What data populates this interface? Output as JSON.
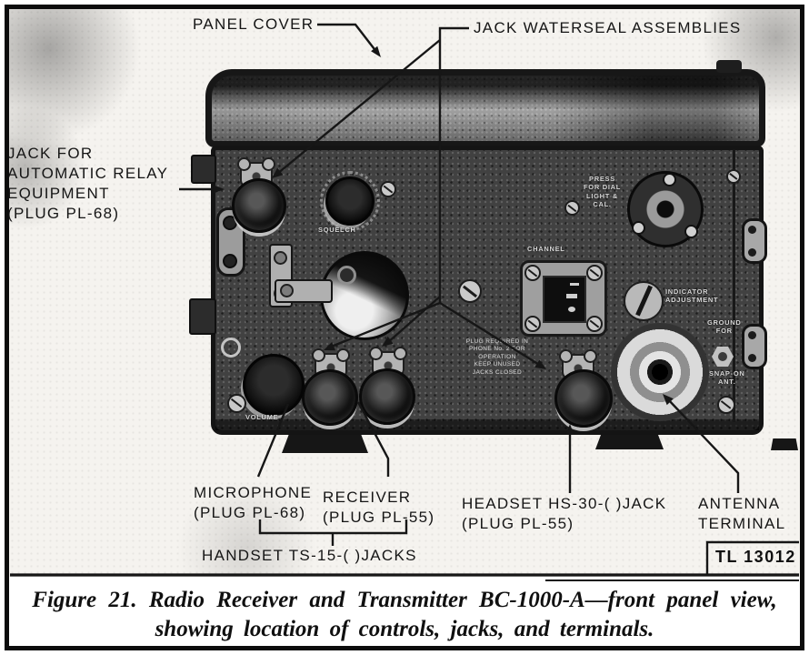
{
  "figure": {
    "plate_number": "TL 13012",
    "caption": {
      "line1": "Figure 21.  Radio Receiver and Transmitter BC-1000-A—front panel view,",
      "line2": "showing location of controls, jacks, and terminals."
    }
  },
  "callouts": {
    "panel_cover": "PANEL COVER",
    "waterseal": "JACK WATERSEAL ASSEMBLIES",
    "relay": {
      "line1": "JACK FOR",
      "line2": "AUTOMATIC RELAY",
      "line3": "EQUIPMENT",
      "line4": "(PLUG PL-68)"
    },
    "microphone": {
      "line1": "MICROPHONE",
      "line2": "(PLUG PL-68)"
    },
    "receiver": {
      "line1": "RECEIVER",
      "line2": "(PLUG PL-55)"
    },
    "handset": "HANDSET TS-15-( )JACKS",
    "headset": {
      "line1": "HEADSET HS-30-( )JACK",
      "line2": "(PLUG PL-55)"
    },
    "antenna": {
      "line1": "ANTENNA",
      "line2": "TERMINAL"
    }
  },
  "panel_markings": {
    "squelch": "SQUELCH",
    "channel": "CHANNEL",
    "volume": "VOLUME",
    "dial_light": {
      "line1": "PRESS",
      "line2": "FOR DIAL",
      "line3": "LIGHT &",
      "line4": "CAL."
    },
    "indicator": {
      "line1": "INDICATOR",
      "line2": "ADJUSTMENT"
    },
    "ground": {
      "line1": "GROUND",
      "line2": "FOR"
    },
    "snap_ant": {
      "line1": "SNAP-ON",
      "line2": "ANT."
    },
    "instruction_plate": {
      "line1": "PLUG REQUIRED IN",
      "line2": "PHONE No. 2 FOR",
      "line3": "OPERATION",
      "line4": "KEEP UNUSED",
      "line5": "JACKS CLOSED"
    }
  },
  "colors": {
    "ink": "#141414",
    "page": "#ffffff",
    "panel_dark": "#414141",
    "cover_gray": "#7e7e7e",
    "hardware_light": "#b4b4b4"
  }
}
